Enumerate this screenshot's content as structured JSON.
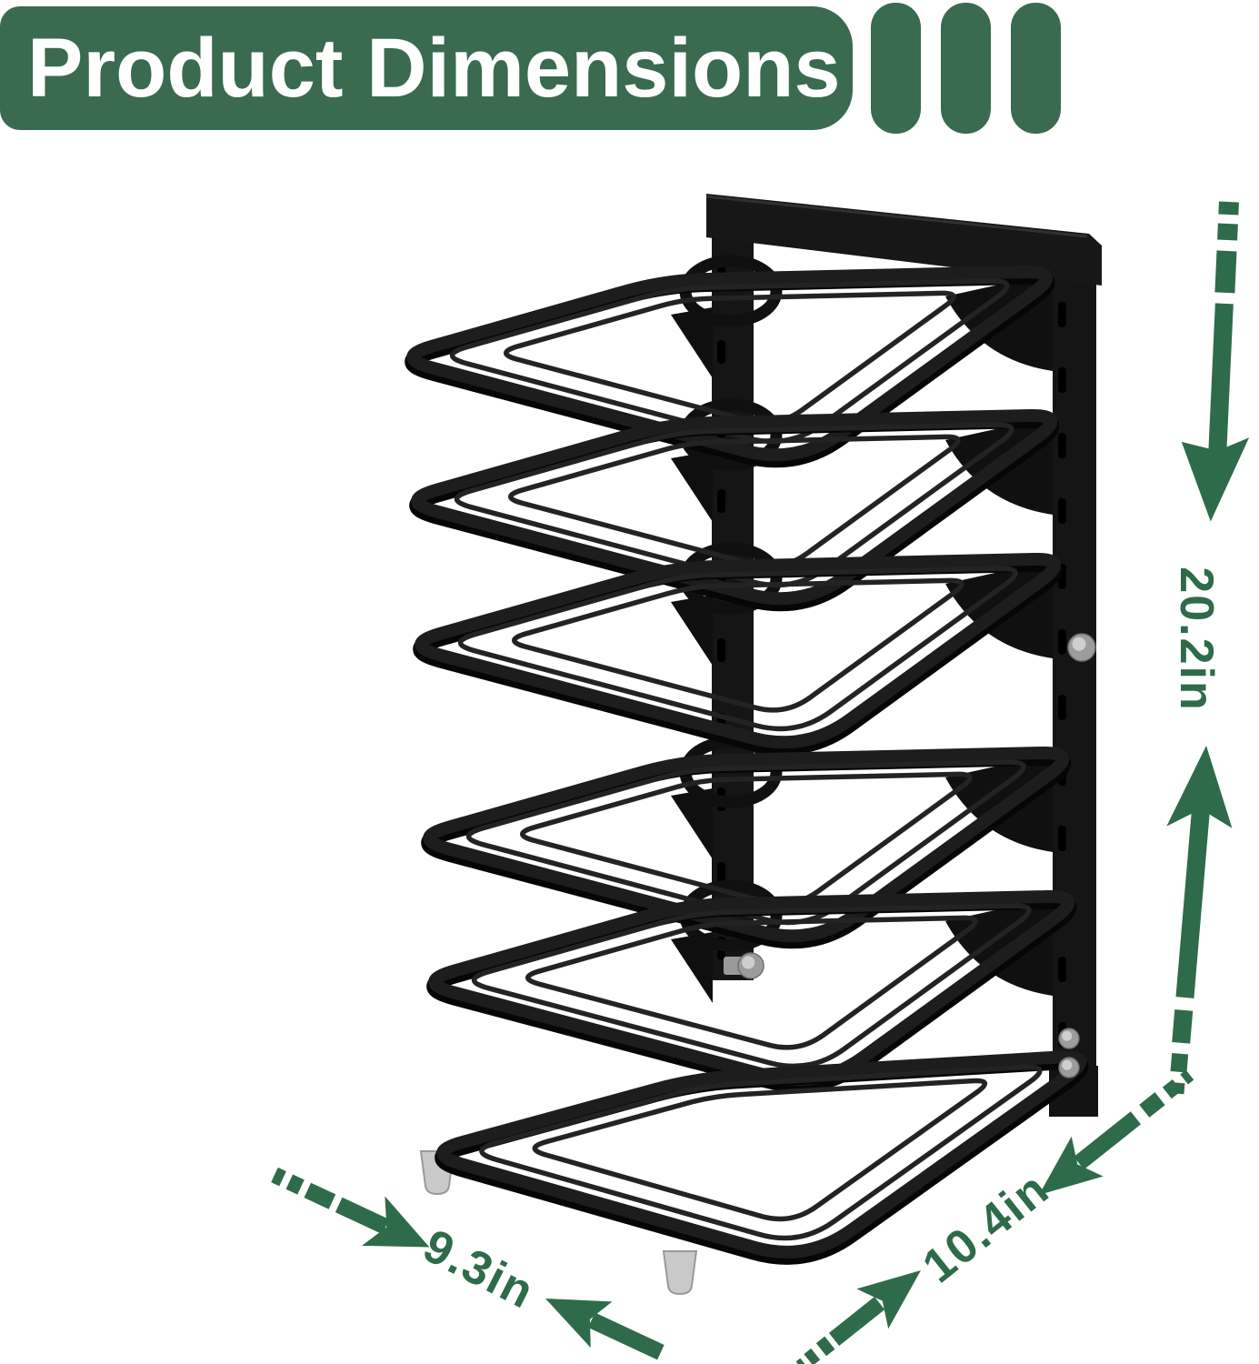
{
  "banner": {
    "title": "Product Dimensions"
  },
  "decor": {
    "bar_count": 3
  },
  "dimensions": {
    "height_label": "20.2in",
    "depth_label": "9.3in",
    "width_label": "10.4in"
  },
  "product": {
    "shelf_tiers": 6
  },
  "colors": {
    "banner_green": "#3a6a50",
    "accent_green": "#2e6b4a",
    "metal_black": "#151515",
    "wire_gray": "#232323",
    "feet_gray": "#c9c9c9",
    "title_text": "#ffffff"
  }
}
